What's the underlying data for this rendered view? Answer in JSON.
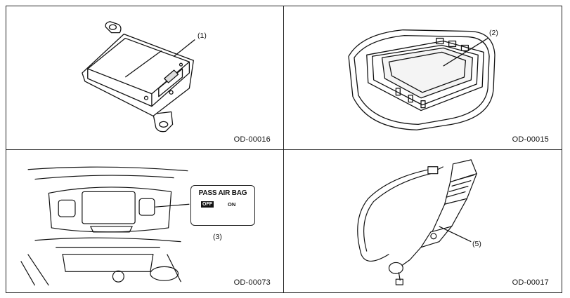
{
  "panels": [
    {
      "callout": "(1)",
      "code": "OD-00016"
    },
    {
      "callout": "(2)",
      "code": "OD-00015"
    },
    {
      "callout": "(3)",
      "code": "OD-00073"
    },
    {
      "callout": "(5)",
      "code": "OD-00017"
    }
  ],
  "indicator": {
    "title": "PASS AIR BAG",
    "off_label": "OFF",
    "on_label": "ON"
  },
  "icons": [
    "airbag-control-module-icon",
    "seat-cushion-sensor-icon",
    "dashboard-indicator-icon",
    "seat-belt-buckle-sensor-icon"
  ]
}
